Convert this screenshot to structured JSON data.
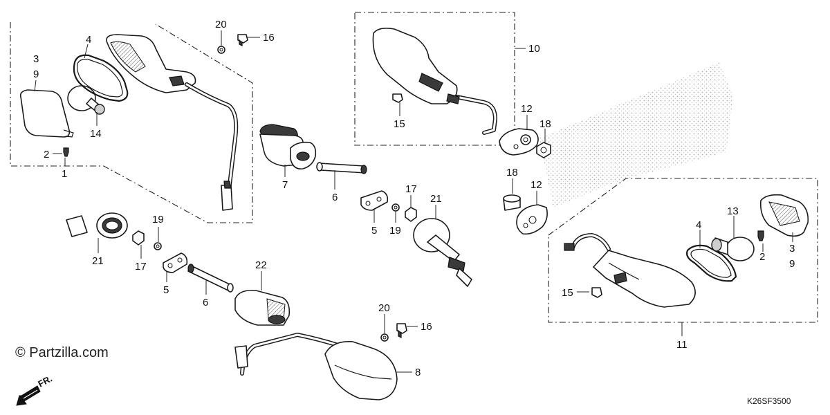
{
  "diagram": {
    "watermark": "© Partzilla.com",
    "code": "K26SF3500",
    "direction_label": "FR.",
    "callouts": {
      "c1": "1",
      "c2a": "2",
      "c3a": "3",
      "c9a": "9",
      "c4a": "4",
      "c14": "14",
      "c20a": "20",
      "c16a": "16",
      "c7": "7",
      "c6a": "6",
      "c5a": "5",
      "c19a": "19",
      "c17a": "17",
      "c21a": "21",
      "c21b": "21",
      "c17b": "17",
      "c19b": "19",
      "c5b": "5",
      "c6b": "6",
      "c22": "22",
      "c20b": "20",
      "c16b": "16",
      "c8": "8",
      "c10": "10",
      "c15a": "15",
      "c12a": "12",
      "c18a": "18",
      "c18b": "18",
      "c12b": "12",
      "c4b": "4",
      "c13": "13",
      "c2b": "2",
      "c3b": "3",
      "c9b": "9",
      "c15b": "15",
      "c11": "11"
    }
  }
}
